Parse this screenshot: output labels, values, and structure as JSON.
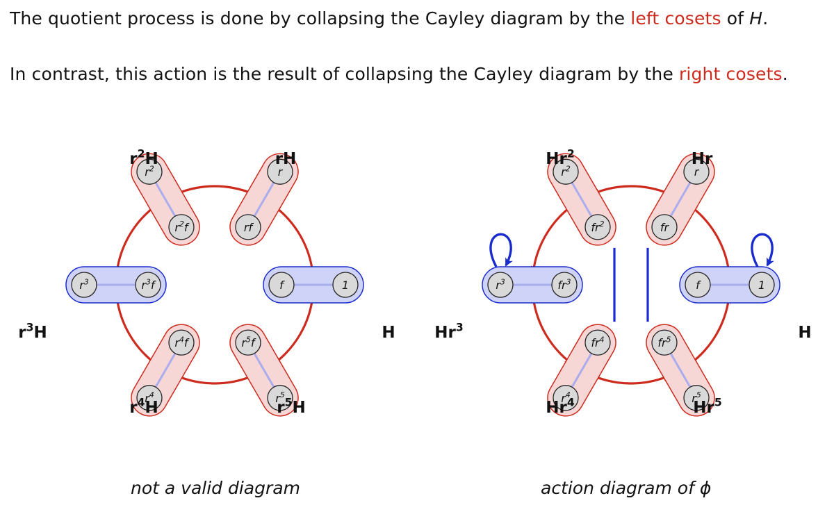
{
  "text": {
    "line1_before": "The quotient process is done by collapsing the Cayley diagram by the ",
    "line1_highlight": "left cosets",
    "line1_middle": " of ",
    "line1_var": "H",
    "line1_end": ".",
    "line2_before": "In contrast, this action is the result of collapsing the Cayley diagram by the ",
    "line2_highlight": "right cosets",
    "line2_end": "."
  },
  "captions": {
    "left": "not a valid diagram",
    "right": "action diagram of ϕ"
  },
  "colors": {
    "red_text": "#cc2b1d",
    "red_edge": "#cc2b1d",
    "blue_edge": "#1a2ccc",
    "pink_fill": "#f7d6d6",
    "pink_stroke": "#cc2b1d",
    "blue_fill": "#cfd3f7",
    "blue_stroke": "#1a2ccc",
    "node_fill": "#d9d9d9"
  },
  "left_diagram": {
    "cosets": [
      {
        "label": "H",
        "sup": "",
        "nodes": [
          {
            "base": "f",
            "sup": "",
            "suf": ""
          },
          {
            "base": "1",
            "sup": "",
            "suf": ""
          }
        ]
      },
      {
        "label": "rH",
        "sup": "",
        "nodes": [
          {
            "base": "r",
            "sup": "",
            "suf": ""
          },
          {
            "base": "rf",
            "sup": "",
            "suf": ""
          }
        ]
      },
      {
        "label": "r",
        "sup": "2",
        "suffix": "H",
        "nodes": [
          {
            "base": "r",
            "sup": "2",
            "suf": ""
          },
          {
            "base": "r",
            "sup": "2",
            "suf": "f"
          }
        ]
      },
      {
        "label": "r",
        "sup": "3",
        "suffix": "H",
        "nodes": [
          {
            "base": "r",
            "sup": "3",
            "suf": ""
          },
          {
            "base": "r",
            "sup": "3",
            "suf": "f"
          }
        ]
      },
      {
        "label": "r",
        "sup": "4",
        "suffix": "H",
        "nodes": [
          {
            "base": "r",
            "sup": "4",
            "suf": "f"
          },
          {
            "base": "r",
            "sup": "4",
            "suf": ""
          }
        ]
      },
      {
        "label": "r",
        "sup": "5",
        "suffix": "H",
        "nodes": [
          {
            "base": "r",
            "sup": "5",
            "suf": "f"
          },
          {
            "base": "r",
            "sup": "5",
            "suf": ""
          }
        ]
      }
    ]
  },
  "right_diagram": {
    "cosets": [
      {
        "label": "H",
        "sup": "",
        "nodes": [
          {
            "base": "f",
            "sup": "",
            "suf": ""
          },
          {
            "base": "1",
            "sup": "",
            "suf": ""
          }
        ]
      },
      {
        "label": "Hr",
        "sup": "",
        "nodes": [
          {
            "base": "r",
            "sup": "",
            "suf": ""
          },
          {
            "base": "fr",
            "sup": "",
            "suf": ""
          }
        ]
      },
      {
        "label": "Hr",
        "sup": "2",
        "nodes": [
          {
            "base": "r",
            "sup": "2",
            "suf": ""
          },
          {
            "base": "fr",
            "sup": "2",
            "suf": ""
          }
        ]
      },
      {
        "label": "Hr",
        "sup": "3",
        "nodes": [
          {
            "base": "r",
            "sup": "3",
            "suf": ""
          },
          {
            "base": "fr",
            "sup": "3",
            "suf": ""
          }
        ]
      },
      {
        "label": "Hr",
        "sup": "4",
        "nodes": [
          {
            "base": "fr",
            "sup": "4",
            "suf": ""
          },
          {
            "base": "r",
            "sup": "4",
            "suf": ""
          }
        ]
      },
      {
        "label": "Hr",
        "sup": "5",
        "nodes": [
          {
            "base": "fr",
            "sup": "5",
            "suf": ""
          },
          {
            "base": "r",
            "sup": "5",
            "suf": ""
          }
        ]
      }
    ]
  }
}
